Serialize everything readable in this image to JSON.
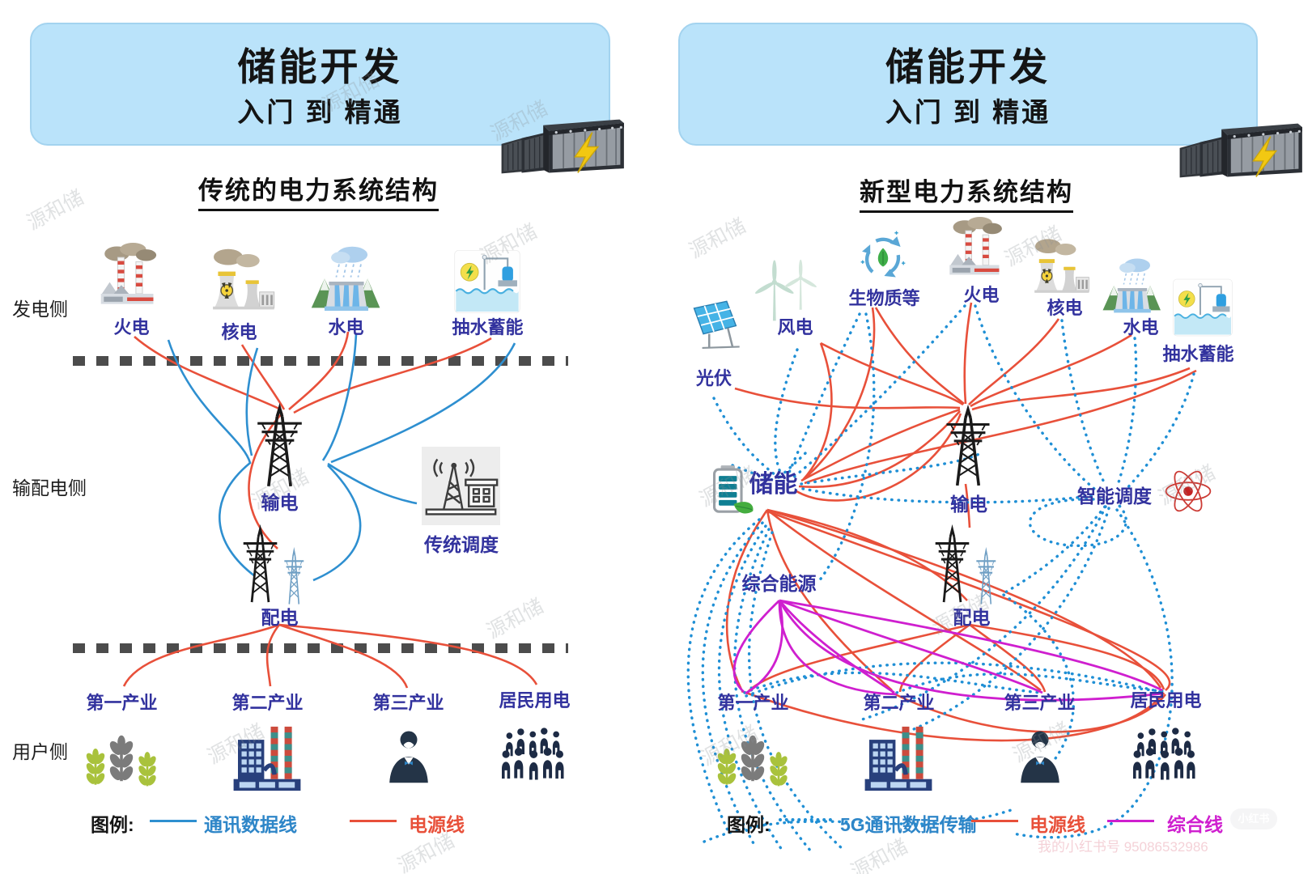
{
  "colors": {
    "header_bg": "#bae3fa",
    "label_text": "#32329e",
    "power_line": "#e8503a",
    "comm_line": "#2e8fd0",
    "fiveg_line": "#1f8fd5",
    "integrated_line": "#cf1fcf",
    "separator": "#4c4c4c"
  },
  "watermark": {
    "text": "源和储",
    "note": "我的小红书号 95086532986",
    "badge": "小红书"
  },
  "left": {
    "header": {
      "title": "储能开发",
      "subtitle": "入门 到 精通",
      "icon": "battery-container-icon"
    },
    "title": "传统的电力系统结构",
    "sides": [
      {
        "label": "发电侧"
      },
      {
        "label": "输配电侧"
      },
      {
        "label": "用户侧"
      }
    ],
    "gen": [
      {
        "label": "火电",
        "icon": "thermal-plant-icon"
      },
      {
        "label": "核电",
        "icon": "nuclear-plant-icon"
      },
      {
        "label": "水电",
        "icon": "hydro-dam-icon"
      },
      {
        "label": "抽水蓄能",
        "icon": "pumped-storage-icon"
      }
    ],
    "grid": [
      {
        "label": "输电",
        "icon": "transmission-tower-icon"
      },
      {
        "label": "传统调度",
        "icon": "dispatch-station-icon"
      },
      {
        "label": "配电",
        "icon": "distribution-towers-icon"
      }
    ],
    "users": [
      {
        "label": "第一产业",
        "icon": "agriculture-icon"
      },
      {
        "label": "第二产业",
        "icon": "factory-icon"
      },
      {
        "label": "第三产业",
        "icon": "service-person-icon"
      },
      {
        "label": "居民用电",
        "icon": "residents-icon"
      }
    ],
    "legend": {
      "title": "图例:",
      "items": [
        {
          "label": "通讯数据线",
          "color": "#2e8fd0",
          "line": "solid"
        },
        {
          "label": "电源线",
          "color": "#e8503a",
          "line": "solid"
        }
      ]
    }
  },
  "right": {
    "header": {
      "title": "储能开发",
      "subtitle": "入门 到 精通",
      "icon": "battery-container-icon"
    },
    "title": "新型电力系统结构",
    "sources": [
      {
        "label": "光伏",
        "icon": "solar-panel-icon"
      },
      {
        "label": "风电",
        "icon": "wind-turbine-icon"
      },
      {
        "label": "生物质等",
        "icon": "biomass-recycle-icon"
      },
      {
        "label": "火电",
        "icon": "thermal-plant-icon"
      },
      {
        "label": "核电",
        "icon": "nuclear-plant-icon"
      },
      {
        "label": "水电",
        "icon": "hydro-dam-icon"
      },
      {
        "label": "抽水蓄能",
        "icon": "pumped-storage-icon"
      }
    ],
    "grid": [
      {
        "label": "储能",
        "icon": "storage-battery-icon"
      },
      {
        "label": "输电",
        "icon": "transmission-tower-icon"
      },
      {
        "label": "智能调度",
        "icon": "atom-icon"
      },
      {
        "label": "综合能源"
      },
      {
        "label": "配电",
        "icon": "distribution-towers-icon"
      }
    ],
    "users": [
      {
        "label": "第一产业",
        "icon": "agriculture-icon"
      },
      {
        "label": "第二产业",
        "icon": "factory-icon"
      },
      {
        "label": "第三产业",
        "icon": "service-person-icon"
      },
      {
        "label": "居民用电",
        "icon": "residents-icon"
      }
    ],
    "legend": {
      "title": "图例:",
      "items": [
        {
          "label": "5G通讯数据传输",
          "color": "#1f8fd5",
          "line": "dotted"
        },
        {
          "label": "电源线",
          "color": "#e8503a",
          "line": "solid"
        },
        {
          "label": "综合线",
          "color": "#cf1fcf",
          "line": "solid"
        }
      ]
    }
  }
}
